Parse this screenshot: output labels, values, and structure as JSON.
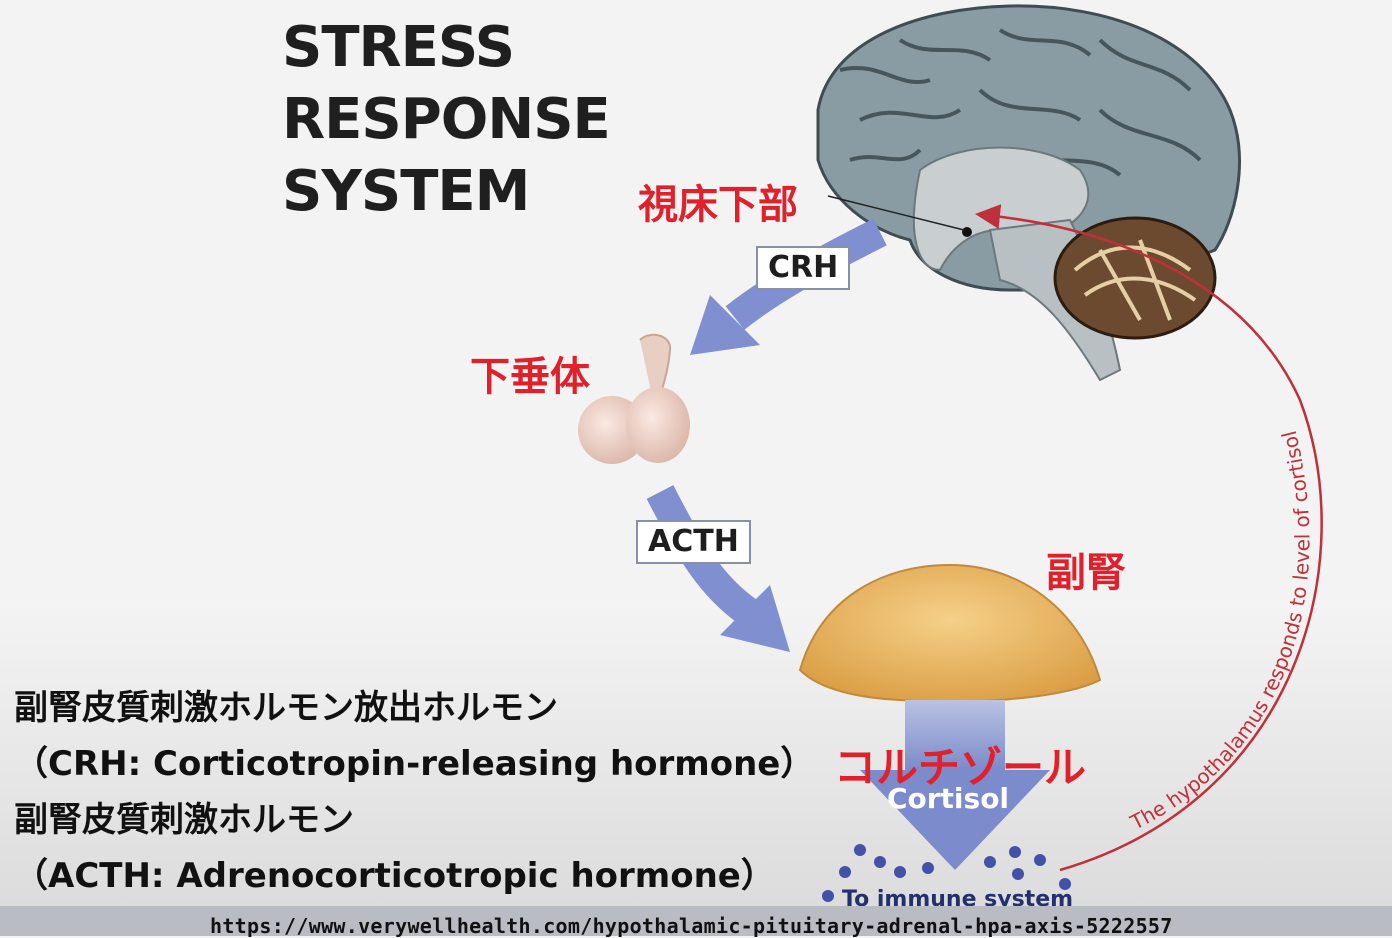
{
  "title": {
    "line1": "STRESS",
    "line2": "RESPONSE",
    "line3": "SYSTEM"
  },
  "labels": {
    "hypothalamus_jp": "視床下部",
    "pituitary_jp": "下垂体",
    "adrenal_jp": "副腎",
    "cortisol_jp": "コルチゾール",
    "crh": "CRH",
    "acth": "ACTH",
    "cortisol": "Cortisol",
    "immune": "To immune system",
    "feedback": "The hypothalamus responds to level of cortisol"
  },
  "notes": {
    "line1": "副腎皮質刺激ホルモン放出ホルモン",
    "line2": "（CRH: Corticotropin-releasing hormone）",
    "line3": "副腎皮質刺激ホルモン",
    "line4": "（ACTH: Adrenocorticotropic hormone）"
  },
  "source_url": "https://www.verywellhealth.com/hypothalamic-pituitary-adrenal-hpa-axis-5222557",
  "colors": {
    "red_label": "#e0202a",
    "arrow_blue": "#7f8fcf",
    "brain": "#8c9ea4",
    "adrenal": "#e8b45c",
    "feedback": "#c0303a"
  }
}
